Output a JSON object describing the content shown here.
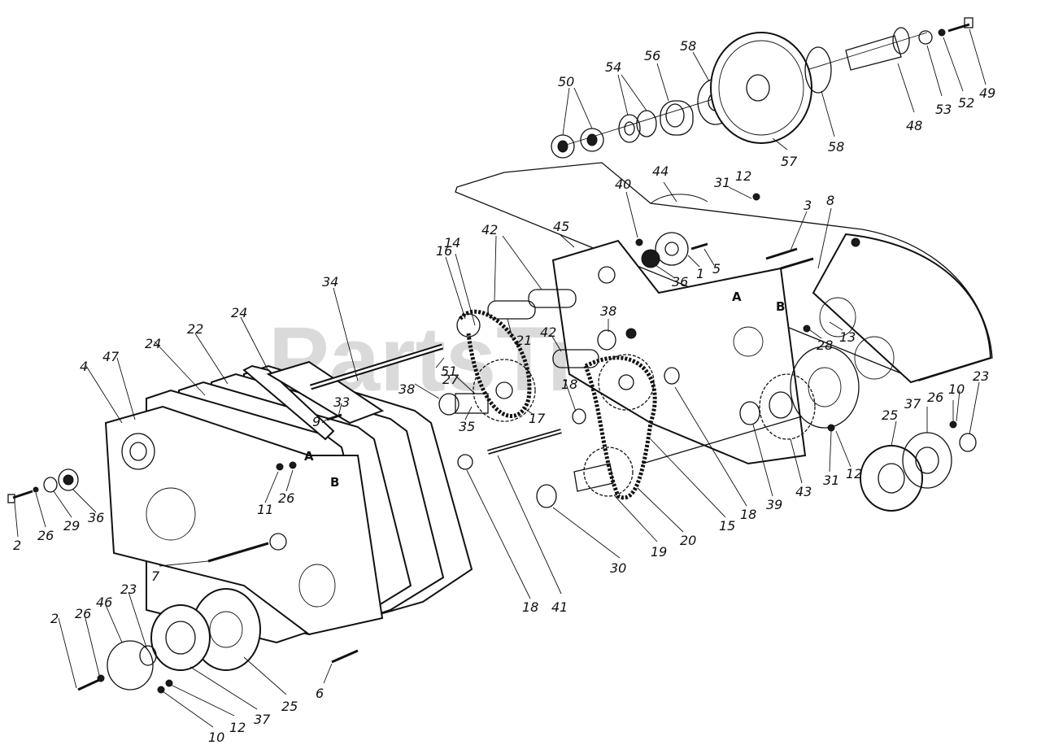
{
  "watermark": "PartsTree",
  "callouts": [
    {
      "id": "c50",
      "text": "50"
    },
    {
      "id": "c54",
      "text": "54"
    },
    {
      "id": "c56",
      "text": "56"
    },
    {
      "id": "c58a",
      "text": "58"
    },
    {
      "id": "c57",
      "text": "57"
    },
    {
      "id": "c58b",
      "text": "58"
    },
    {
      "id": "c48",
      "text": "48"
    },
    {
      "id": "c53",
      "text": "53"
    },
    {
      "id": "c52",
      "text": "52"
    },
    {
      "id": "c49",
      "text": "49"
    },
    {
      "id": "c44",
      "text": "44"
    },
    {
      "id": "c31a",
      "text": "31"
    },
    {
      "id": "c12a",
      "text": "12"
    },
    {
      "id": "c40",
      "text": "40"
    },
    {
      "id": "c3",
      "text": "3"
    },
    {
      "id": "c8",
      "text": "8"
    },
    {
      "id": "c45",
      "text": "45"
    },
    {
      "id": "c42a",
      "text": "42"
    },
    {
      "id": "c1",
      "text": "1"
    },
    {
      "id": "c5",
      "text": "5"
    },
    {
      "id": "c36a",
      "text": "36"
    },
    {
      "id": "c16",
      "text": "16"
    },
    {
      "id": "c14",
      "text": "14"
    },
    {
      "id": "c28",
      "text": "28"
    },
    {
      "id": "c13",
      "text": "13"
    },
    {
      "id": "c34",
      "text": "34"
    },
    {
      "id": "c38a",
      "text": "38"
    },
    {
      "id": "c21",
      "text": "21"
    },
    {
      "id": "c42b",
      "text": "42"
    },
    {
      "id": "c24a",
      "text": "24"
    },
    {
      "id": "c22",
      "text": "22"
    },
    {
      "id": "c24b",
      "text": "24"
    },
    {
      "id": "c47",
      "text": "47"
    },
    {
      "id": "c4",
      "text": "4"
    },
    {
      "id": "c51",
      "text": "51"
    },
    {
      "id": "c18a",
      "text": "18"
    },
    {
      "id": "c38b",
      "text": "38"
    },
    {
      "id": "c27",
      "text": "27"
    },
    {
      "id": "c33",
      "text": "33"
    },
    {
      "id": "c35",
      "text": "35"
    },
    {
      "id": "c17",
      "text": "17"
    },
    {
      "id": "c9",
      "text": "9"
    },
    {
      "id": "c23a",
      "text": "23"
    },
    {
      "id": "c26a",
      "text": "26"
    },
    {
      "id": "c10a",
      "text": "10"
    },
    {
      "id": "c25a",
      "text": "25"
    },
    {
      "id": "c37a",
      "text": "37"
    },
    {
      "id": "c11",
      "text": "11"
    },
    {
      "id": "c26b",
      "text": "26"
    },
    {
      "id": "c2a",
      "text": "2"
    },
    {
      "id": "c26c",
      "text": "26"
    },
    {
      "id": "c29",
      "text": "29"
    },
    {
      "id": "c36b",
      "text": "36"
    },
    {
      "id": "c31b",
      "text": "31"
    },
    {
      "id": "c12b",
      "text": "12"
    },
    {
      "id": "c43",
      "text": "43"
    },
    {
      "id": "c39",
      "text": "39"
    },
    {
      "id": "c18b",
      "text": "18"
    },
    {
      "id": "c15",
      "text": "15"
    },
    {
      "id": "c20",
      "text": "20"
    },
    {
      "id": "c19",
      "text": "19"
    },
    {
      "id": "c30",
      "text": "30"
    },
    {
      "id": "c41",
      "text": "41"
    },
    {
      "id": "c18c",
      "text": "18"
    },
    {
      "id": "c7",
      "text": "7"
    },
    {
      "id": "c2b",
      "text": "2"
    },
    {
      "id": "c26d",
      "text": "26"
    },
    {
      "id": "c46",
      "text": "46"
    },
    {
      "id": "c23b",
      "text": "23"
    },
    {
      "id": "c6",
      "text": "6"
    },
    {
      "id": "c25b",
      "text": "25"
    },
    {
      "id": "c37b",
      "text": "37"
    },
    {
      "id": "c12c",
      "text": "12"
    },
    {
      "id": "c10b",
      "text": "10"
    }
  ],
  "markers": [
    {
      "id": "mA1",
      "text": "A"
    },
    {
      "id": "mB1",
      "text": "B"
    },
    {
      "id": "mA2",
      "text": "A"
    },
    {
      "id": "mB2",
      "text": "B"
    }
  ]
}
